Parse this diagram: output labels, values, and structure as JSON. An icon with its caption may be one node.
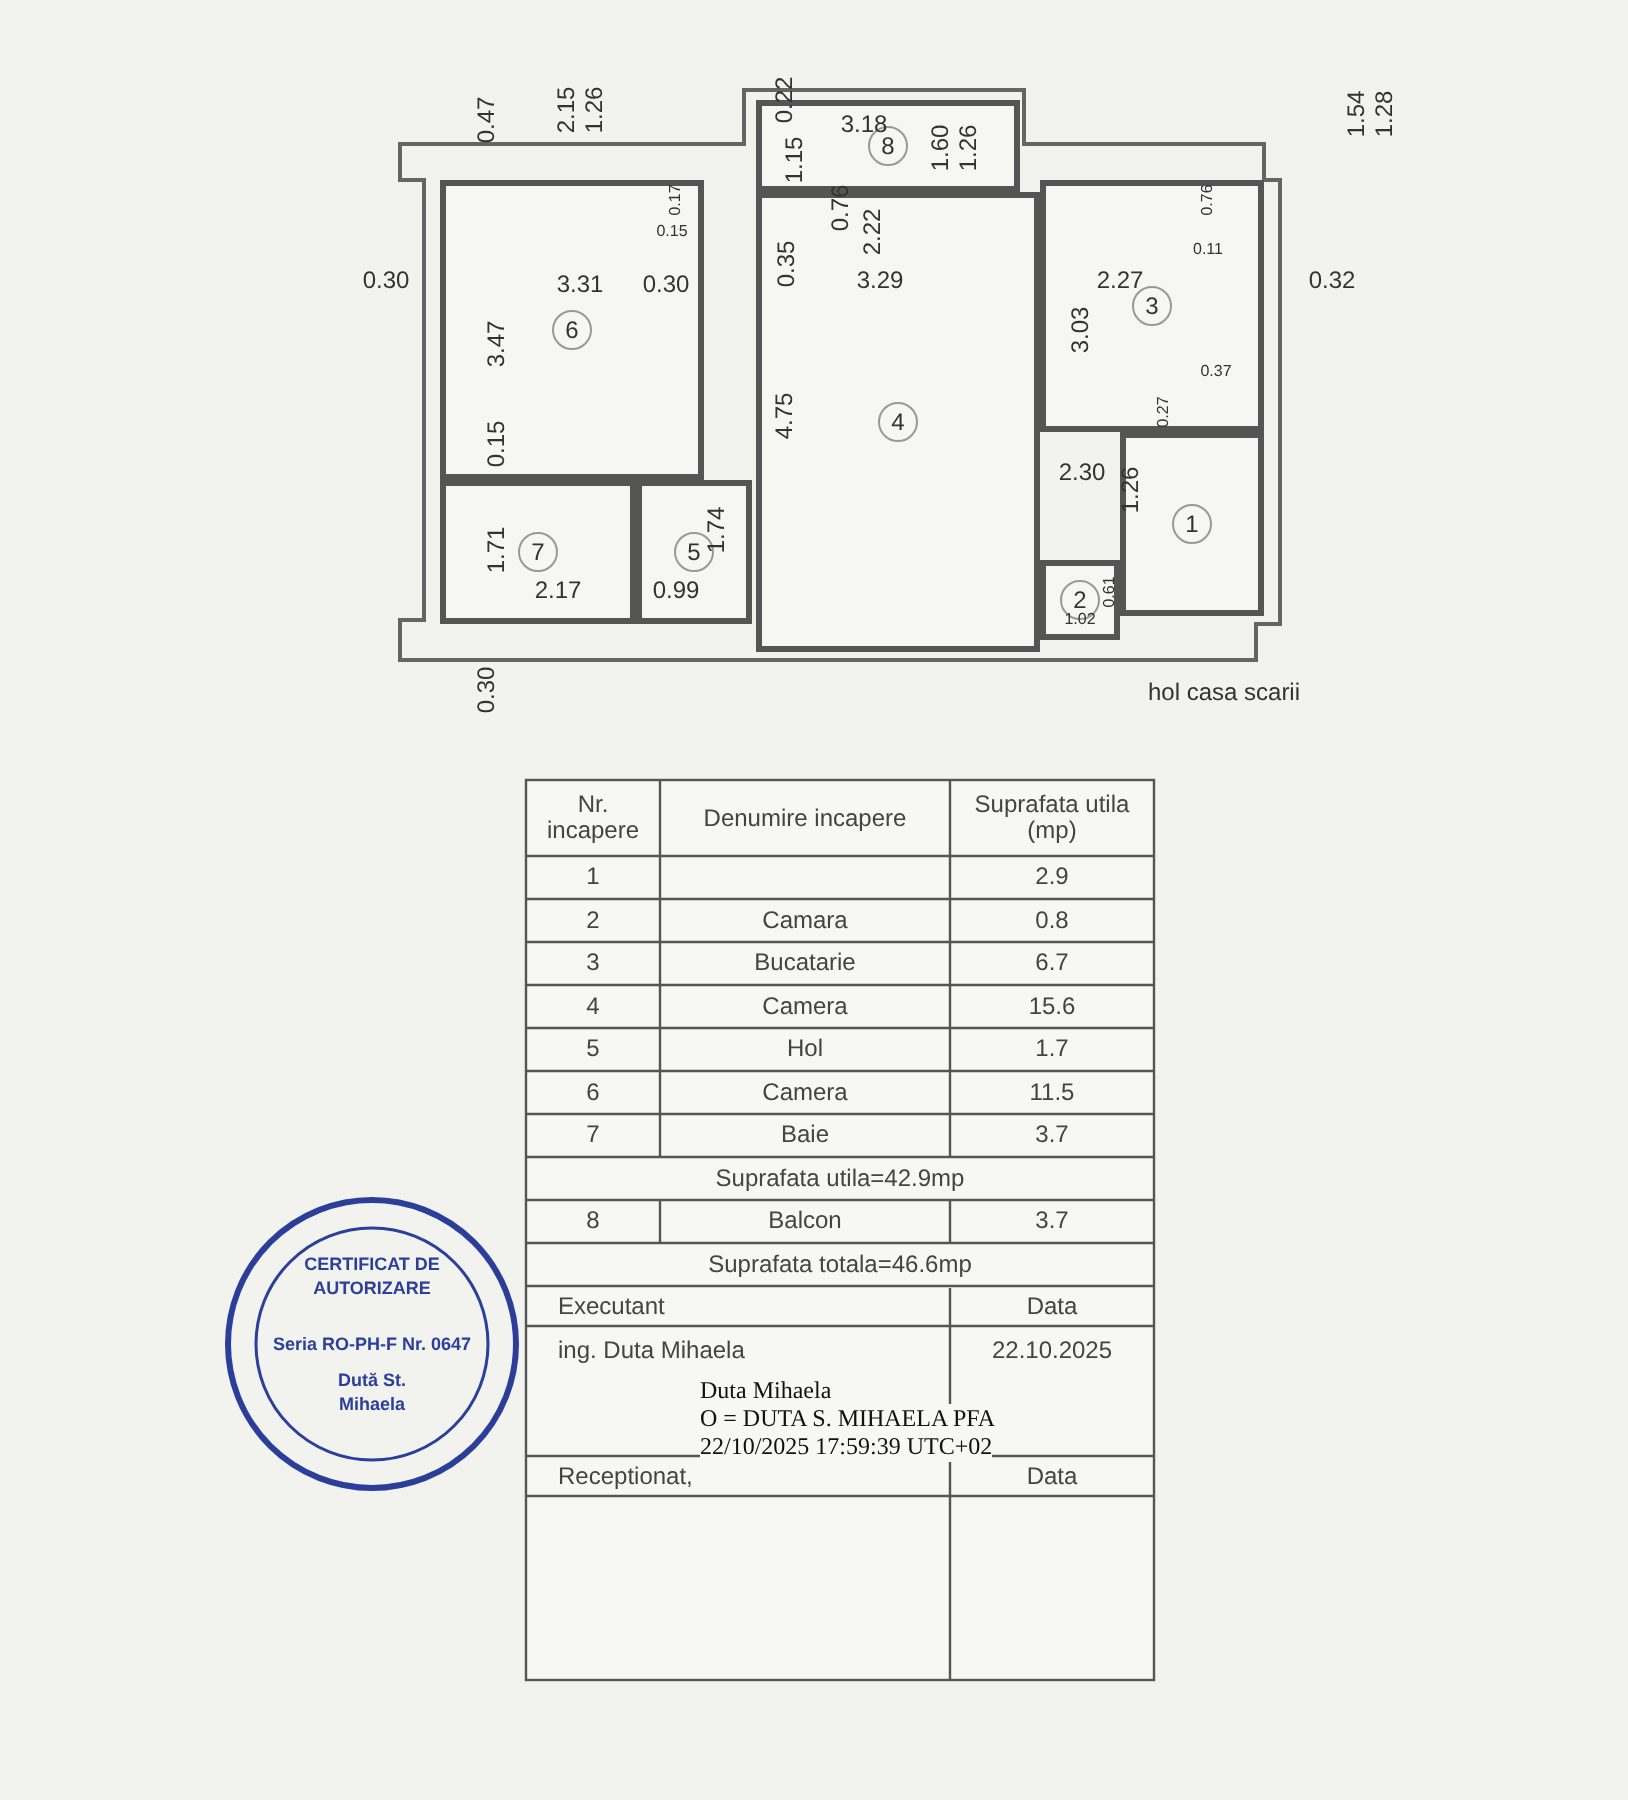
{
  "diagram": {
    "nodes": [
      {
        "text": [
          "8"
        ]
      },
      {
        "text": [
          "6"
        ]
      },
      {
        "text": [
          "4"
        ]
      },
      {
        "text": [
          "3"
        ]
      },
      {
        "text": [
          "1"
        ]
      },
      {
        "text": [
          "7"
        ]
      },
      {
        "text": [
          "5"
        ]
      },
      {
        "text": [
          "2"
        ]
      }
    ],
    "labels": [
      "0.47",
      "2.15",
      "1.26",
      "0.22",
      "3.18",
      "1.54",
      "1.28",
      "1.15",
      "1.60",
      "1.26",
      "0.17",
      "0.15",
      "0.76",
      "2.22",
      "0.76",
      "0.11",
      "0.30",
      "3.31",
      "0.30",
      "0.35",
      "3.29",
      "2.27",
      "0.32",
      "3.47",
      "3.03",
      "0.15",
      "4.75",
      "0.37",
      "0.27",
      "2.30",
      "1.26",
      "1.71",
      "2.17",
      "0.99",
      "1.74",
      "0.61",
      "1.02",
      "0.30",
      "hol casa scarii",
      "Nr. incapere",
      "Denumire incapere",
      "Suprafata utila (mp)",
      "1",
      "2.9",
      "2",
      "Camara",
      "0.8",
      "3",
      "Bucatarie",
      "6.7",
      "4",
      "Camera",
      "15.6",
      "5",
      "Hol",
      "1.7",
      "6",
      "Camera",
      "11.5",
      "7",
      "Baie",
      "3.7",
      "Suprafata utila=42.9mp",
      "8",
      "Balcon",
      "3.7",
      "Suprafata totala=46.6mp",
      "Executant",
      "Data",
      "ing. Duta Mihaela",
      "22.10.2025",
      "Duta Mihaela",
      "O = DUTA S. MIHAELA PFA",
      "22/10/2025 17:59:39 UTC+02",
      "Receptionat,",
      "Data",
      "CERTIFICAT DE AUTORIZARE",
      "Seria RO-PH-F Nr. 0647",
      "Dută St. Mihaela"
    ]
  }
}
